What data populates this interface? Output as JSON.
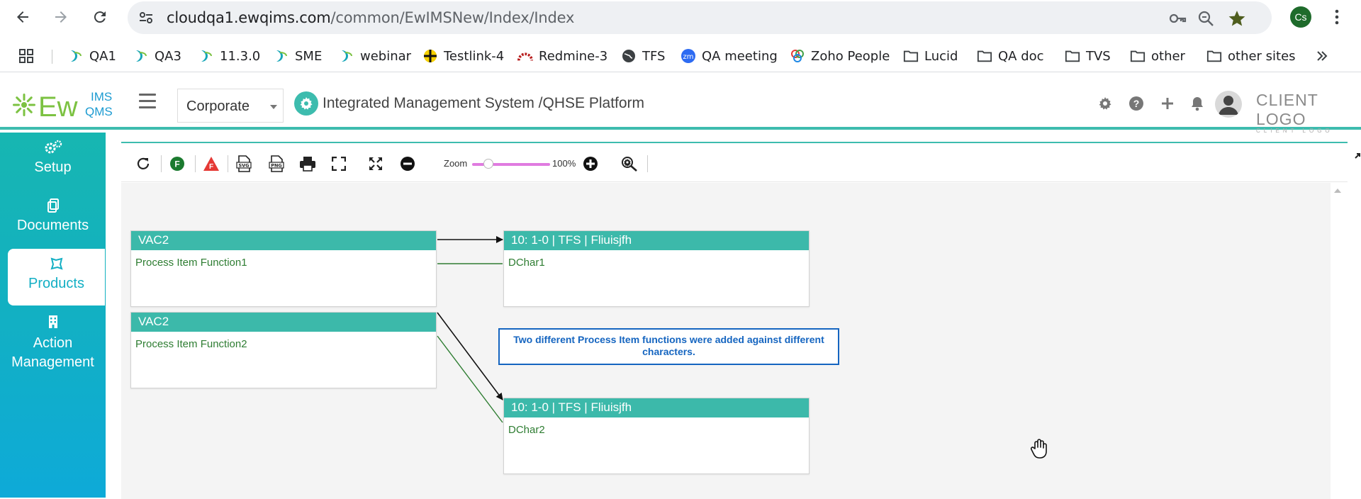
{
  "browser": {
    "url_host": "cloudqa1.ewqims.com",
    "url_path": "/common/EwIMSNew/Index/Index",
    "profile_initials": "Cs"
  },
  "bookmarks": [
    {
      "label": "QA1",
      "icon": "ewqims-logo-icon"
    },
    {
      "label": "QA3",
      "icon": "ewqims-logo-icon"
    },
    {
      "label": "11.3.0",
      "icon": "ewqims-logo-icon"
    },
    {
      "label": "SME",
      "icon": "ewqims-logo-icon"
    },
    {
      "label": "webinar",
      "icon": "ewqims-logo-icon"
    },
    {
      "label": "Testlink-4",
      "icon": "testlink-icon"
    },
    {
      "label": "Redmine-3",
      "icon": "redmine-icon"
    },
    {
      "label": "TFS",
      "icon": "globe-icon"
    },
    {
      "label": "QA meeting",
      "icon": "zoom-icon"
    },
    {
      "label": "Zoho People",
      "icon": "zoho-icon"
    },
    {
      "label": "Lucid",
      "icon": "folder-icon"
    },
    {
      "label": "QA doc",
      "icon": "folder-icon"
    },
    {
      "label": "TVS",
      "icon": "folder-icon"
    },
    {
      "label": "other",
      "icon": "folder-icon"
    },
    {
      "label": "other sites",
      "icon": "folder-icon"
    }
  ],
  "app": {
    "logo_text": "Ew",
    "logo_super": "IMS",
    "logo_sub": "QMS",
    "org_select": "Corporate",
    "platform_title": "Integrated Management System /QHSE Platform",
    "client_logo": "CLIENT LOGO",
    "client_logo_small": "CLIENT LOGO"
  },
  "sidebar": {
    "items": [
      {
        "label": "Setup",
        "icon": "gears-icon"
      },
      {
        "label": "Documents",
        "icon": "documents-icon"
      },
      {
        "label": "Products",
        "icon": "products-icon",
        "active": true
      },
      {
        "label": "Action Management",
        "icon": "building-icon"
      }
    ]
  },
  "toolbar": {
    "zoom_label": "Zoom",
    "zoom_value": "100%",
    "zoom_level_percent": 100
  },
  "diagram": {
    "nodes": [
      {
        "title": "VAC2",
        "body": "Process Item Function1"
      },
      {
        "title": "VAC2",
        "body": "Process Item Function2"
      },
      {
        "title": "10: 1-0 | TFS | Fliuisjfh",
        "body": "DChar1"
      },
      {
        "title": "10: 1-0 | TFS | Fliuisjfh",
        "body": "DChar2"
      }
    ],
    "note": "Two different Process Item functions were added against different characters.",
    "colors": {
      "node_header": "#3cb9aa",
      "body_text": "#2e7d32",
      "note_border": "#1565c0"
    }
  }
}
